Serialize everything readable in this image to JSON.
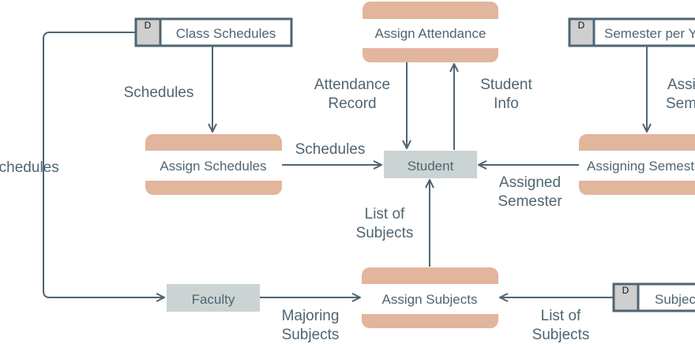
{
  "colors": {
    "line": "#4f6573",
    "process_band": "#e2b59d",
    "entity_fill": "#cbd4d3",
    "store_id_fill": "#cfcfcf"
  },
  "processes": {
    "assign_attendance": "Assign Attendance",
    "assign_schedules": "Assign Schedules",
    "assigning_semester": "Assigning Semester",
    "assign_subjects": "Assign Subjects"
  },
  "entities": {
    "student": "Student",
    "faculty": "Faculty"
  },
  "data_stores": {
    "class_schedules": {
      "id": "D",
      "label": "Class Schedules"
    },
    "semester_per_year": {
      "id": "D",
      "label": "Semester per Year"
    },
    "subjects": {
      "id": "D",
      "label": "Subjects"
    }
  },
  "flow_labels": {
    "schedules_left_edge": "Schedules",
    "schedules_from_store": "Schedules",
    "schedules_to_student": "Schedules",
    "attendance_record": [
      "Attendance",
      "Record"
    ],
    "student_info": [
      "Student",
      "Info"
    ],
    "assigned_semester_store": [
      "Assigned",
      "Semester"
    ],
    "assigned_semester": [
      "Assigned",
      "Semester"
    ],
    "list_of_subjects_up": [
      "List of",
      "Subjects"
    ],
    "majoring_subjects": [
      "Majoring",
      "Subjects"
    ],
    "list_of_subjects_store": [
      "List of",
      "Subjects"
    ]
  }
}
